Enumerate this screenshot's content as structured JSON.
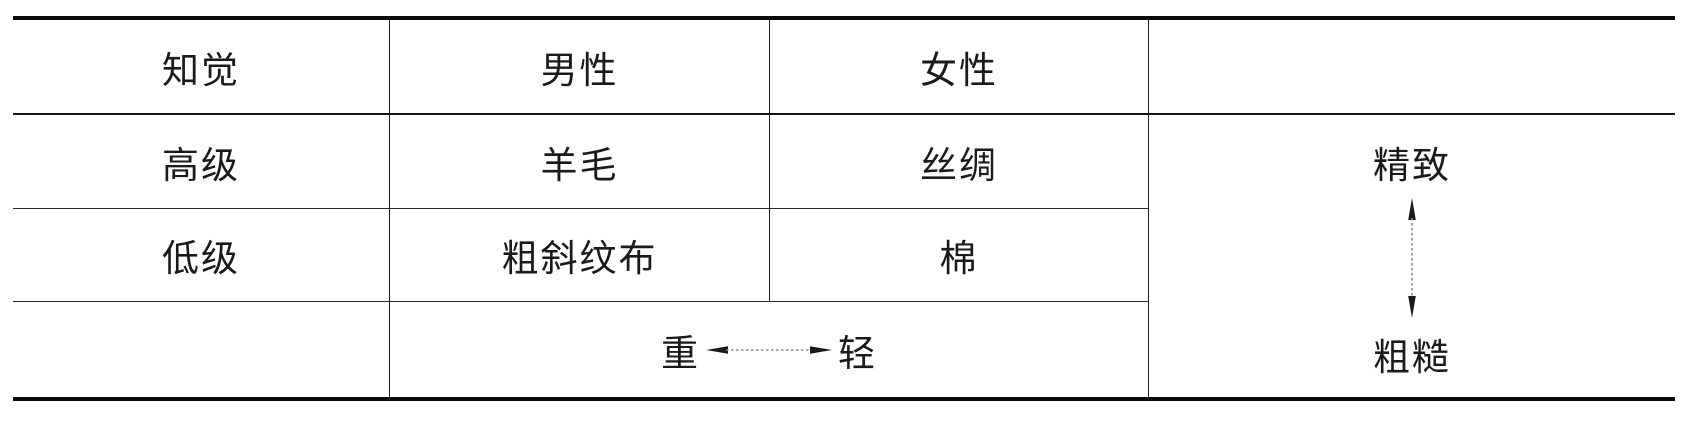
{
  "table": {
    "header": {
      "perception": "知觉",
      "male": "男性",
      "female": "女性"
    },
    "rows": [
      {
        "level": "高级",
        "male": "羊毛",
        "female": "丝绸"
      },
      {
        "level": "低级",
        "male": "粗斜纹布",
        "female": "棉"
      }
    ],
    "weight_axis": {
      "heavy": "重",
      "light": "轻"
    },
    "texture_axis": {
      "fine": "精致",
      "coarse": "粗糙"
    }
  },
  "icons": {
    "horizontal_arrow": "horizontal-double-arrow-icon",
    "vertical_arrow": "vertical-double-arrow-icon"
  },
  "colors": {
    "border": "#0a0a0a",
    "text": "#1a1a1a",
    "background": "#ffffff"
  }
}
